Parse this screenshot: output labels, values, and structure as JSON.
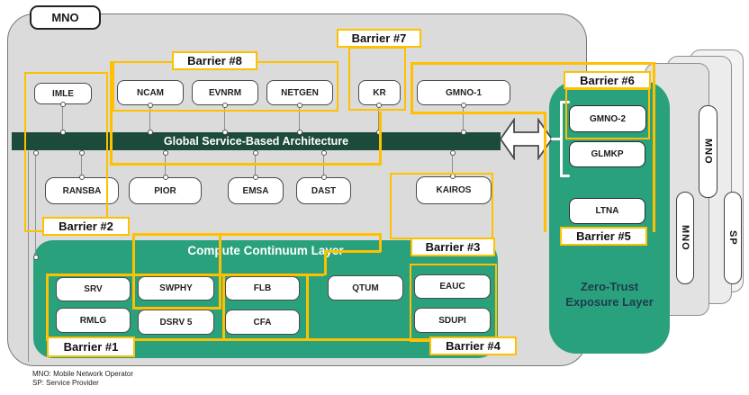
{
  "corner": {
    "label": "MNO"
  },
  "bar": {
    "title": "Global Service-Based Architecture"
  },
  "top_row": {
    "imle": "IMLE",
    "ncam": "NCAM",
    "evnrm": "EVNRM",
    "netgen": "NETGEN",
    "kr": "KR",
    "gmno1": "GMNO-1"
  },
  "service_row": {
    "ransba": "RANSBA",
    "pior": "PIOR",
    "emsa": "EMSA",
    "dast": "DAST",
    "kairos": "KAIROS"
  },
  "compute_layer": {
    "title": "Compute Continuum Layer",
    "srv": "SRV",
    "swphy": "SWPHY",
    "flb": "FLB",
    "qtum": "QTUM",
    "rmlg": "RMLG",
    "dsrv5": "DSRV 5",
    "cfa": "CFA",
    "eauc": "EAUC",
    "sdupi": "SDUPI"
  },
  "zero_trust": {
    "title_line1": "Zero-Trust",
    "title_line2": "Exposure Layer",
    "gmno2": "GMNO-2",
    "glmkp": "GLMKP",
    "ltna": "LTNA"
  },
  "barriers": {
    "b1": "Barrier #1",
    "b2": "Barrier #2",
    "b3": "Barrier #3",
    "b4": "Barrier #4",
    "b5": "Barrier #5",
    "b6": "Barrier #6",
    "b7": "Barrier #7",
    "b8": "Barrier #8"
  },
  "tabs": {
    "mno_top": "MNO",
    "mno_bottom": "MNO",
    "sp": "SP"
  },
  "legend": {
    "line1": "MNO: Mobile Network Operator",
    "line2": "SP: Service Provider"
  },
  "colors": {
    "barrier_yellow": "#FFC000",
    "layer_green": "#2AA17D",
    "bar_dark_green": "#1D4B3B",
    "container_gray": "#DBDBDB",
    "zt_title_color": "#1E3C4E"
  }
}
